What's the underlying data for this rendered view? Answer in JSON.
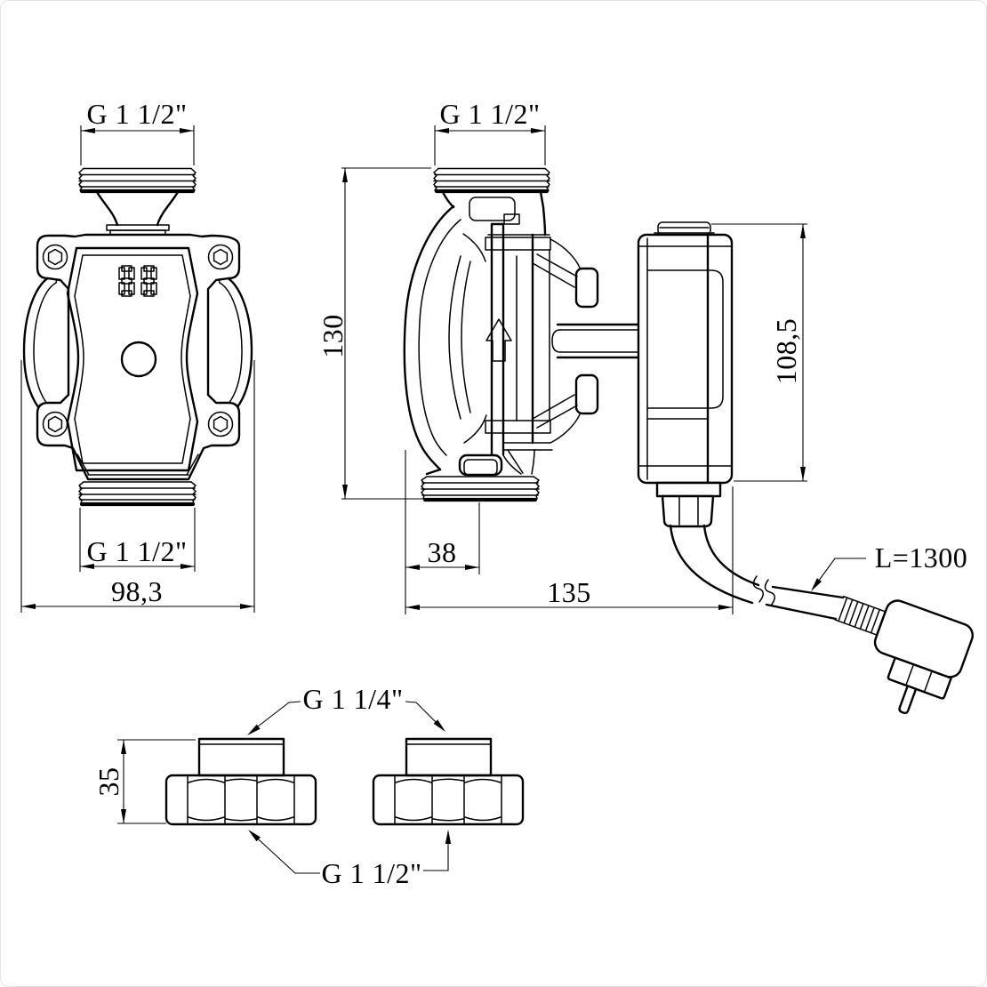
{
  "drawing": {
    "kind": "technical dimensional drawing",
    "product": "circulation pump with union fittings and power plug",
    "line_color": "#000000",
    "background_color": "#ffffff",
    "labels": {
      "front_top_thread": "G 1 1/2\"",
      "front_bottom_thread": "G 1 1/2\"",
      "front_width": "98,3",
      "side_top_thread": "G 1 1/2\"",
      "side_height": "130",
      "motor_height": "108,5",
      "port_offset": "38",
      "body_length": "135",
      "cable_length": "L=1300",
      "fitting_union_thread": "G 1 1/4\"",
      "fitting_nut_thread": "G 1 1/2\"",
      "fitting_height": "35",
      "display_value": "88"
    }
  }
}
